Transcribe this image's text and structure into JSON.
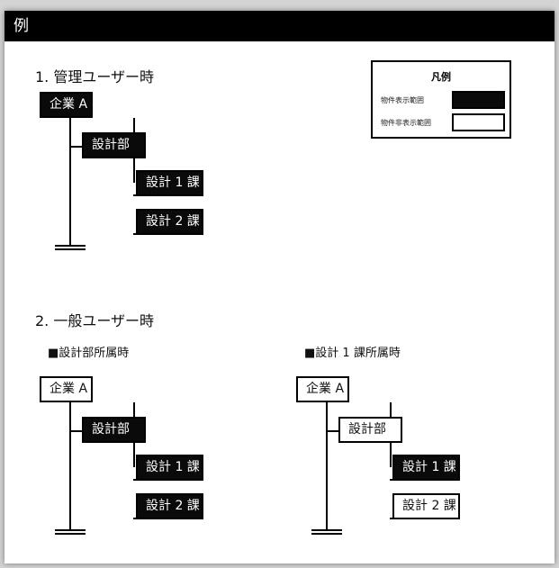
{
  "header": {
    "title": "例"
  },
  "section1": {
    "title": "1. 管理ユーザー時"
  },
  "section2": {
    "title": "2. 一般ユーザー時"
  },
  "legend": {
    "title": "凡例",
    "items": [
      {
        "label": "物件表示範囲",
        "visible": true
      },
      {
        "label": "物件非表示範囲",
        "visible": false
      }
    ]
  },
  "trees": [
    {
      "caption": "",
      "nodes": [
        {
          "label": "企業 A",
          "visible": true
        },
        {
          "label": "設計部",
          "visible": true
        },
        {
          "label": "設計 1 課",
          "visible": true
        },
        {
          "label": "設計 2 課",
          "visible": true
        }
      ]
    },
    {
      "caption": "■設計部所属時",
      "nodes": [
        {
          "label": "企業 A",
          "visible": false
        },
        {
          "label": "設計部",
          "visible": true
        },
        {
          "label": "設計 1 課",
          "visible": true
        },
        {
          "label": "設計 2 課",
          "visible": true
        }
      ]
    },
    {
      "caption": "■設計 1 課所属時",
      "nodes": [
        {
          "label": "企業 A",
          "visible": false
        },
        {
          "label": "設計部",
          "visible": false
        },
        {
          "label": "設計 1 課",
          "visible": true
        },
        {
          "label": "設計 2 課",
          "visible": false
        }
      ]
    }
  ]
}
